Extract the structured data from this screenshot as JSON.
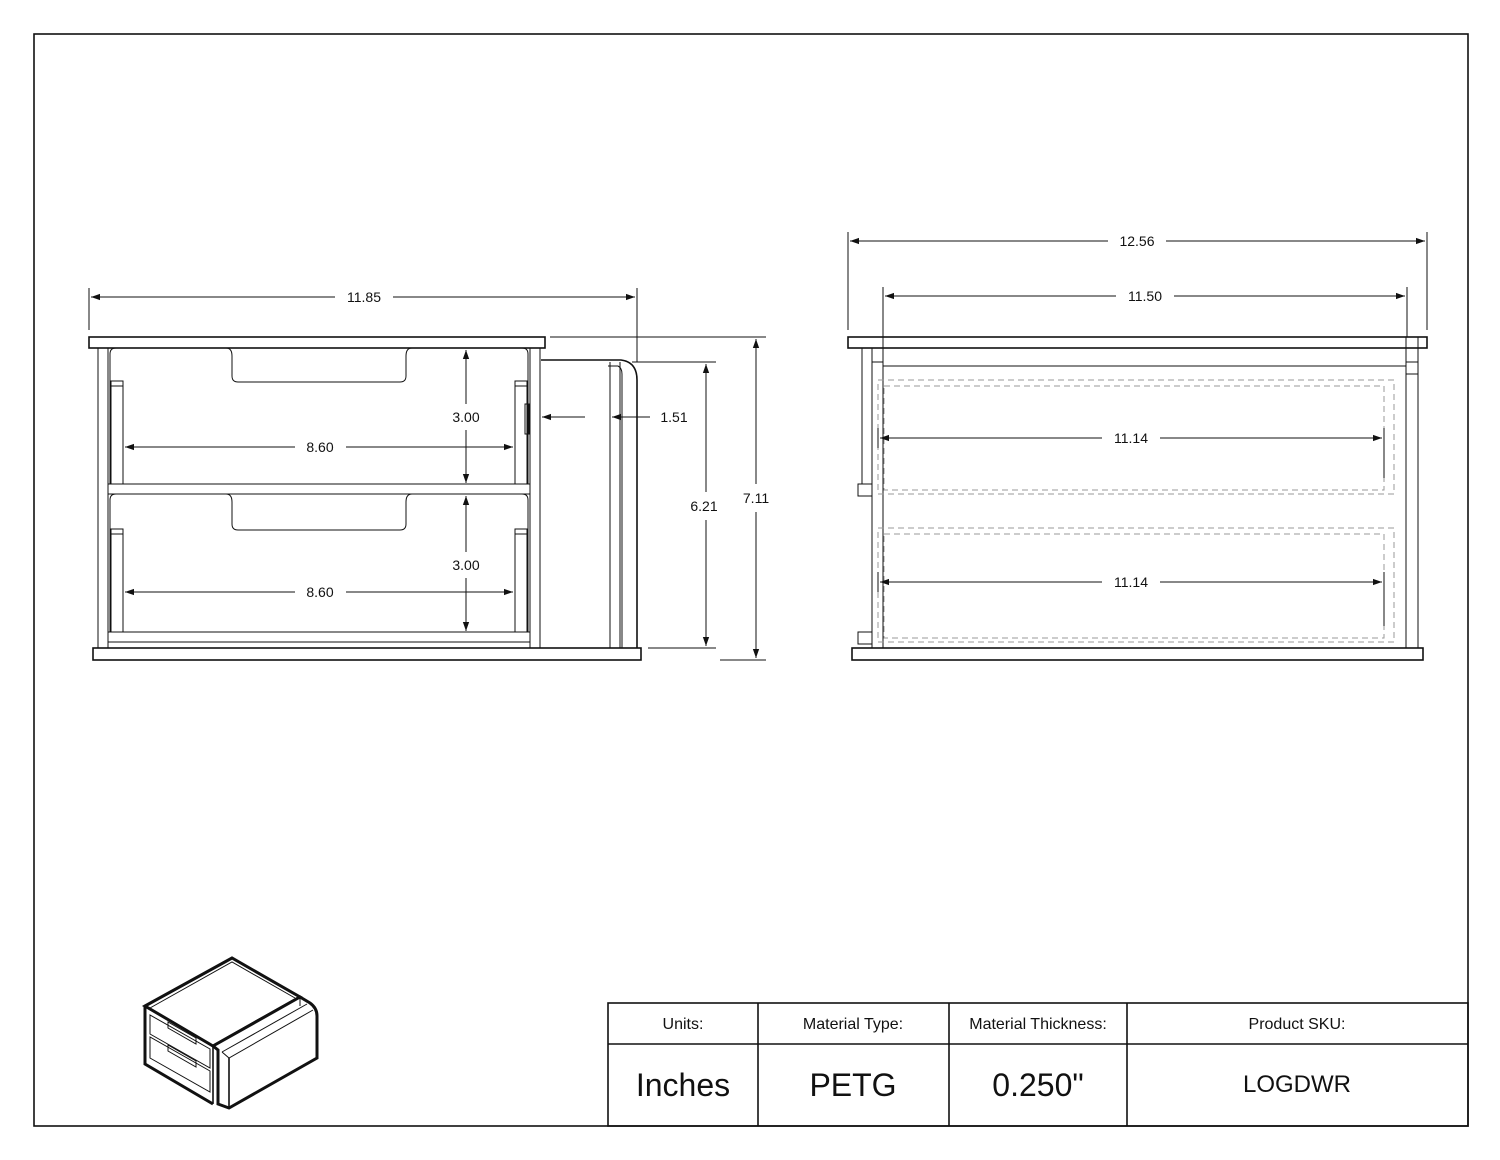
{
  "front_view": {
    "dims": {
      "overall_width": "11.85",
      "drawer_height_top": "3.00",
      "drawer_height_bottom": "3.00",
      "drawer_width_top": "8.60",
      "drawer_width_bottom": "8.60",
      "side_gap": "1.51",
      "inner_height": "6.21",
      "overall_height": "7.11"
    }
  },
  "side_view": {
    "dims": {
      "overall_depth": "12.56",
      "inner_depth": "11.50",
      "drawer_depth_top": "11.14",
      "drawer_depth_bottom": "11.14"
    }
  },
  "title_block": {
    "units_label": "Units:",
    "units_value": "Inches",
    "material_label": "Material Type:",
    "material_value": "PETG",
    "thickness_label": "Material Thickness:",
    "thickness_value": "0.250\"",
    "sku_label": "Product SKU:",
    "sku_value": "LOGDWR"
  }
}
